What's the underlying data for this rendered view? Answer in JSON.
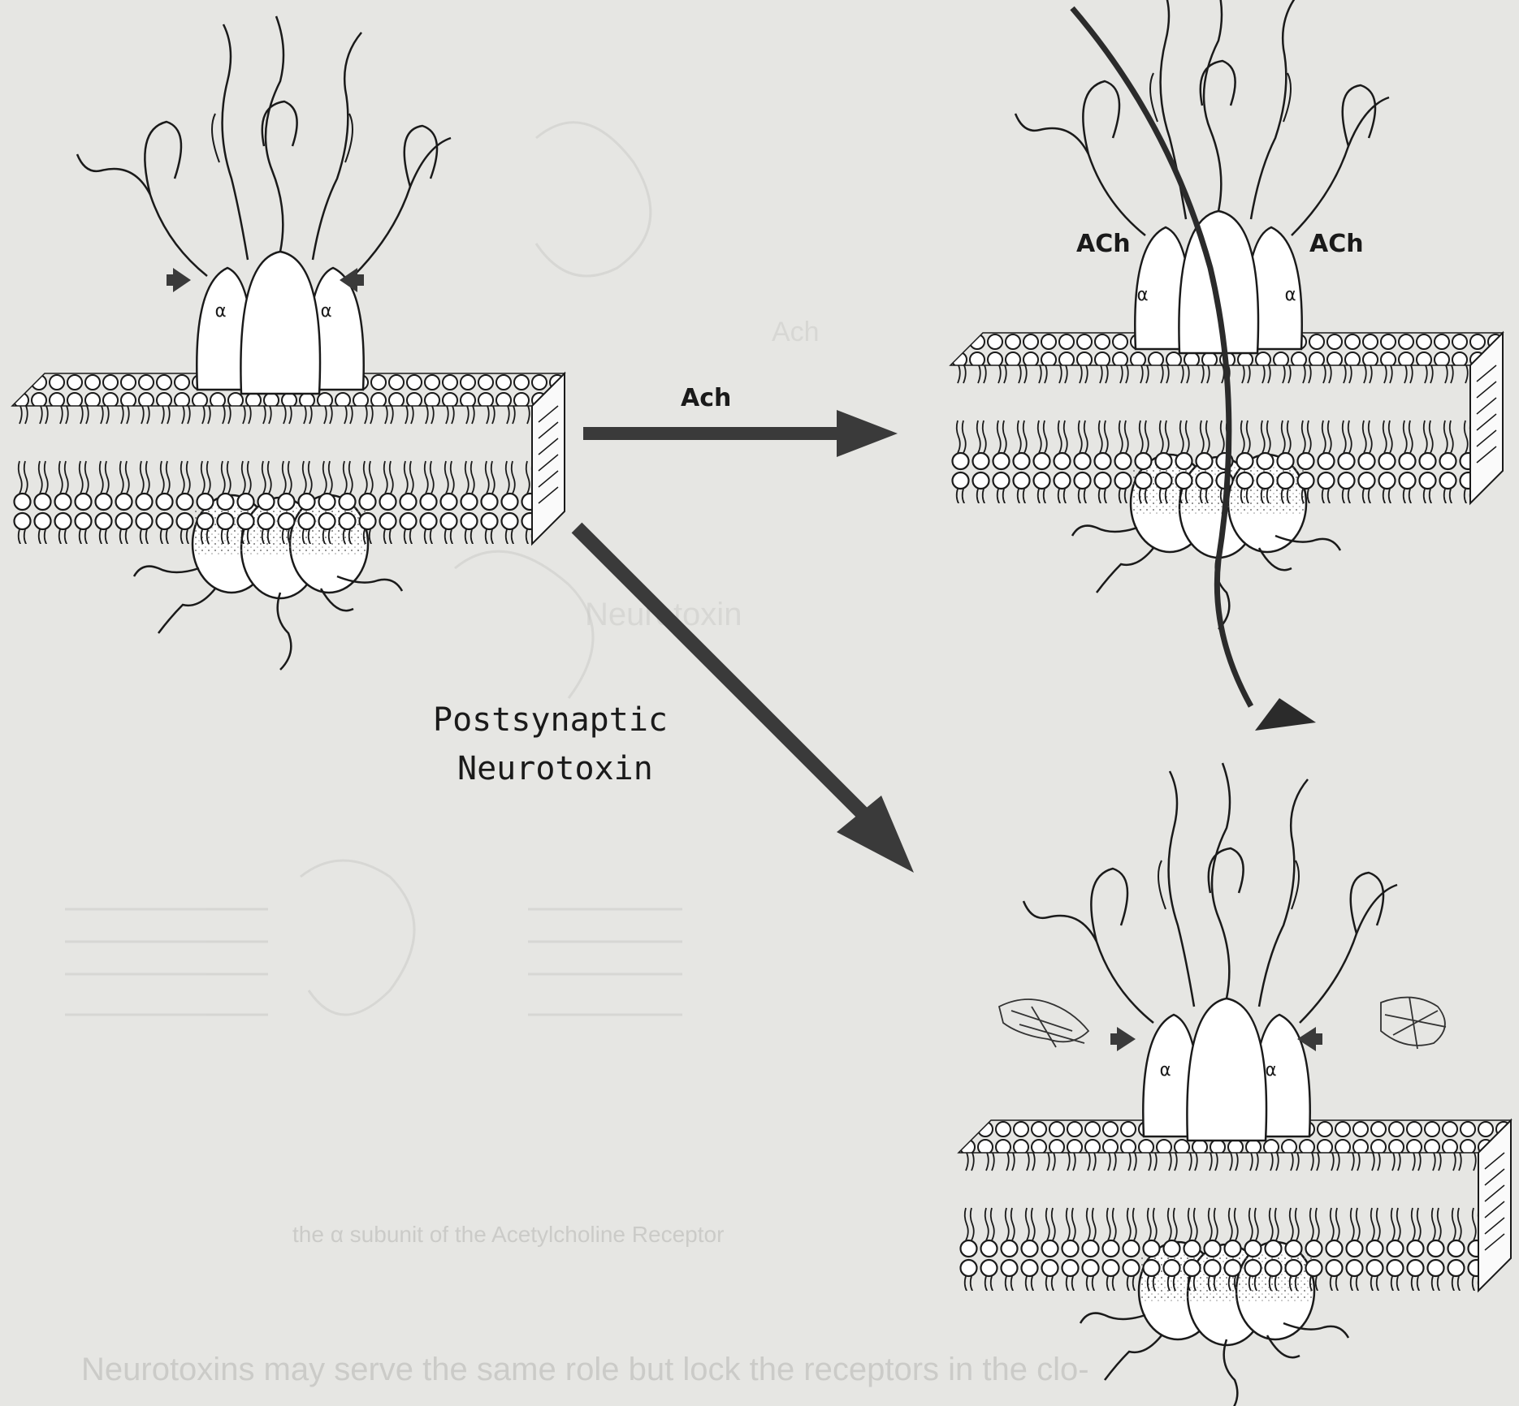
{
  "diagram": {
    "arrow_ach_label": "Ach",
    "ach_site_left": "ACh",
    "ach_site_right": "ACh",
    "subunit_label": "α",
    "toxin_label_line1": "Postsynaptic",
    "toxin_label_line2": "Neurotoxin"
  },
  "bleed_through": {
    "caption_line": "the α subunit of the Acetylcholine Receptor",
    "body_line": "Neurotoxins may serve the same role but lock the receptors in the clo-"
  },
  "colors": {
    "background": "#e6e6e3",
    "ink": "#1a1a1a",
    "arrow": "#3a3a3a",
    "ghost_text": "#c9c9c6"
  }
}
